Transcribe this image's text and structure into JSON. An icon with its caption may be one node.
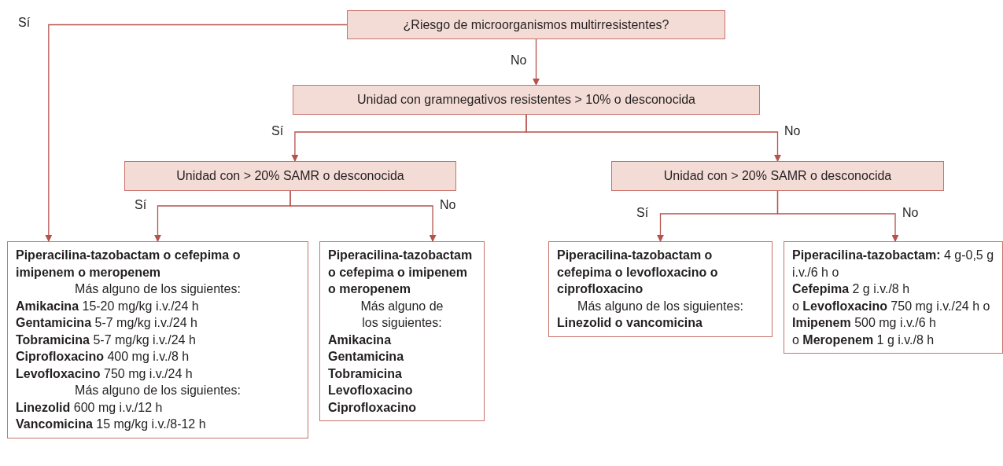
{
  "diagram": {
    "nodes": [
      {
        "text": [
          "¿Riesgo de microorganismos multirresistentes?"
        ]
      },
      {
        "text": [
          "Unidad con gramnegativos resistentes > 10% o desconocida"
        ]
      },
      {
        "text": [
          "Unidad con > 20% SAMR o desconocida"
        ]
      },
      {
        "text": [
          "Unidad con > 20% SAMR o desconocida"
        ]
      },
      {
        "text": [
          "Piperacilina-tazobactam o cefepima o imipenem o meropenem",
          "Más alguno de los siguientes:",
          "**Amikacina** 15-20 mg/kg i.v./24 h",
          "**Gentamicina** 5-7 mg/kg i.v./24 h",
          "**Tobramicina** 5-7 mg/kg i.v./24 h",
          "**Ciprofloxacino** 400 mg i.v./8 h",
          "**Levofloxacino** 750 mg i.v./24  h",
          "Más alguno de los siguientes:",
          "**Linezolid** 600 mg i.v./12 h",
          "**Vancomicina** 15 mg/kg i.v./8-12 h"
        ]
      },
      {
        "text": [
          "Piperacilina-tazobactam o cefepima o imipenem o meropenem",
          "Más alguno de los siguientes:",
          "Amikacina",
          "Gentamicina",
          "Tobramicina",
          "Levofloxacino",
          "Ciprofloxacino"
        ]
      },
      {
        "text": [
          "Piperacilina-tazobactam o cefepima o levofloxacino o ciprofloxacino",
          "Más alguno de los siguientes:",
          "Linezolid o vancomicina"
        ]
      },
      {
        "text": [
          "**Piperacilina-tazobactam:** 4 g-0,5 g i.v./6 h o",
          "**Cefepima** 2 g i.v./8 h",
          "o **Levofloxacino** 750 mg i.v./24 h o",
          "**Imipenem** 500 mg i.v./6 h",
          "o **Meropenem** 1 g i.v./8 h"
        ]
      }
    ],
    "edges": [
      {
        "from": 0,
        "to": 4,
        "arrow": "to",
        "label": "Sí"
      },
      {
        "from": 0,
        "to": 1,
        "arrow": "to",
        "label": "No"
      },
      {
        "from": 1,
        "to": 2,
        "arrow": "to",
        "label": "Sí"
      },
      {
        "from": 1,
        "to": 3,
        "arrow": "to",
        "label": "No"
      },
      {
        "from": 2,
        "to": 4,
        "arrow": "to",
        "label": "Sí"
      },
      {
        "from": 2,
        "to": 5,
        "arrow": "to",
        "label": "No"
      },
      {
        "from": 3,
        "to": 6,
        "arrow": "to",
        "label": "Sí"
      },
      {
        "from": 3,
        "to": 7,
        "arrow": "to",
        "label": "No"
      }
    ]
  }
}
